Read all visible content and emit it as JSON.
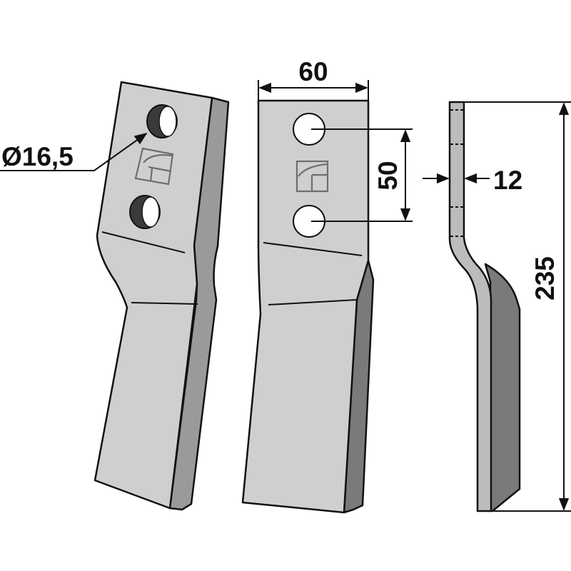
{
  "drawing": {
    "title": "Rotary tiller blade technical drawing",
    "views": [
      "perspective-view",
      "front-view",
      "side-view"
    ]
  },
  "dimensions": {
    "hole_diameter": "Ø16,5",
    "width": "60",
    "hole_spacing": "50",
    "thickness": "12",
    "length": "235"
  },
  "colors": {
    "face": "#cfcfcf",
    "edge": "#9a9a9a",
    "bevel": "#7a7a7a",
    "outline": "#111111",
    "logo": "#6e6e6e",
    "hole_shadow": "#3a3a3a",
    "background": "#ffffff"
  }
}
